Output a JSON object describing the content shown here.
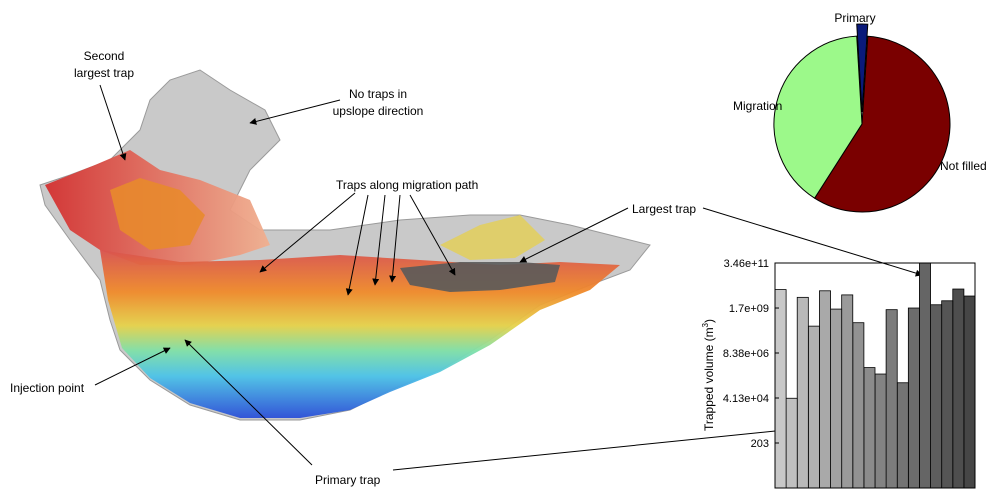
{
  "annotations": {
    "second_largest_trap": [
      "Second",
      "largest trap"
    ],
    "no_traps_upslope": [
      "No traps in",
      "upslope direction"
    ],
    "traps_along_path": "Traps along migration path",
    "largest_trap": "Largest trap",
    "injection_point": "Injection point",
    "primary_trap": "Primary trap"
  },
  "colors": {
    "primary": "#0a1a7a",
    "migration": "#9cf98a",
    "not_filled": "#7a0000"
  },
  "chart_data": [
    {
      "type": "pie",
      "slices": [
        {
          "label": "Primary",
          "value": 2
        },
        {
          "label": "Not filled",
          "value": 58
        },
        {
          "label": "Migration",
          "value": 40
        }
      ],
      "legend": "none"
    },
    {
      "type": "bar",
      "scale": "log",
      "ylabel": "Trapped volume (m³)",
      "ylabel_parts": {
        "main": "Trapped volume (m",
        "sup": "3",
        "close": ")"
      },
      "yticks": [
        "203",
        "4.13e+04",
        "8.38e+06",
        "1.7e+09",
        "3.46e+11"
      ],
      "ylim": [
        1,
        346000000000.0
      ],
      "values": [
        15000000000.0,
        40000.0,
        6000000000.0,
        200000000.0,
        13000000000.0,
        1500000000.0,
        8000000000.0,
        300000000.0,
        1500000.0,
        700000.0,
        1400000000.0,
        250000.0,
        1700000000.0,
        346000000000.0,
        2500000000.0,
        4000000000.0,
        16000000000.0,
        7000000000.0
      ]
    }
  ]
}
